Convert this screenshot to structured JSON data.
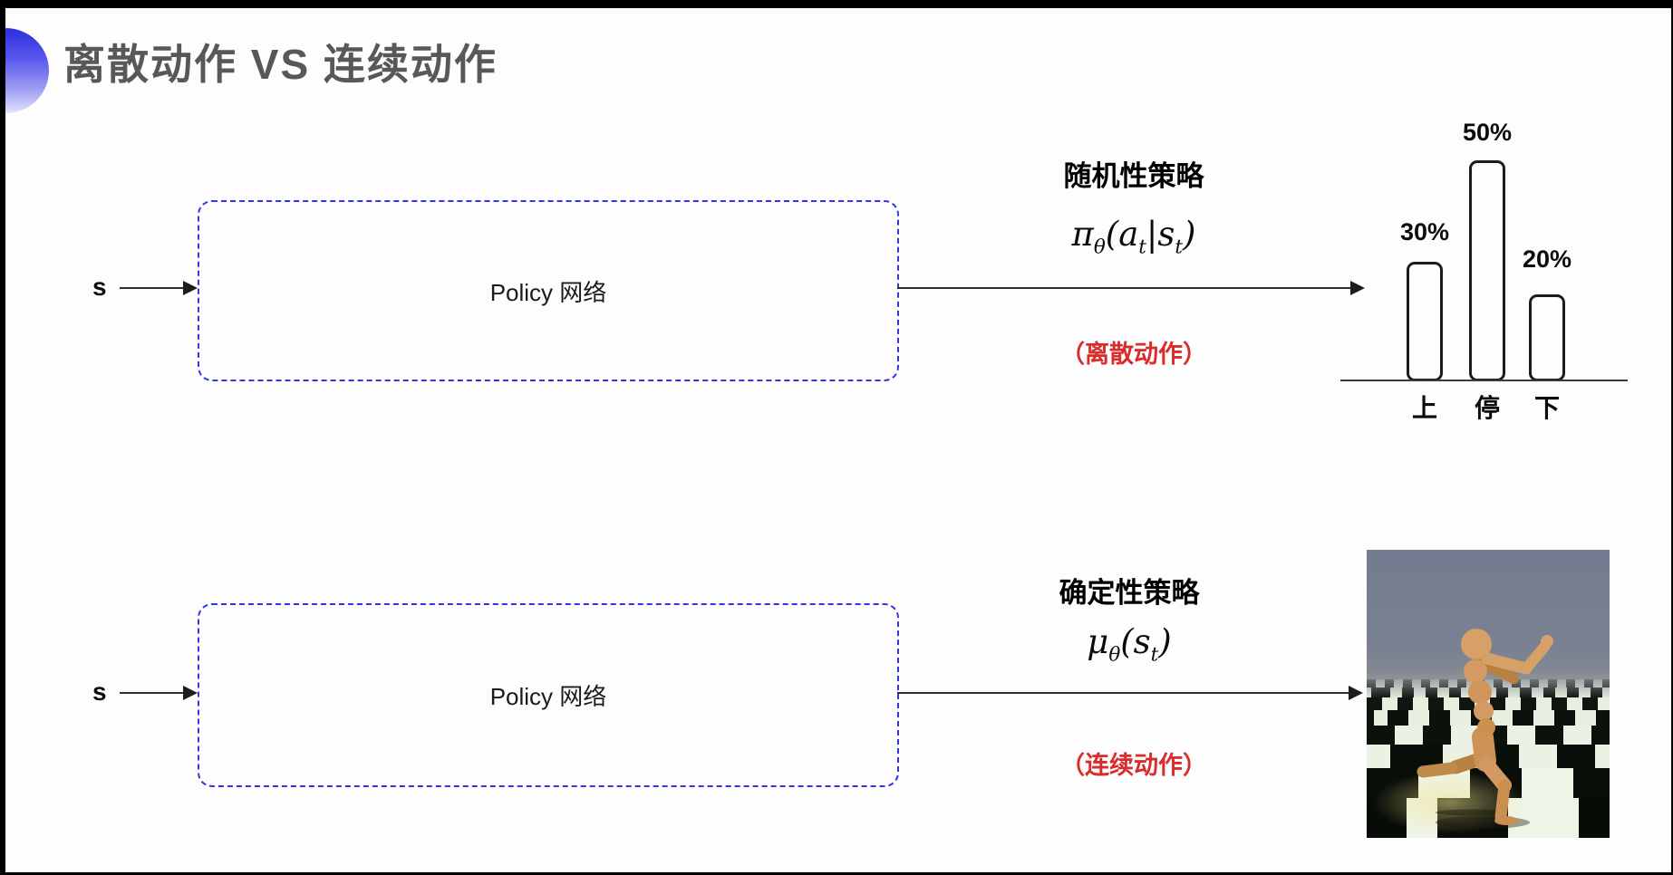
{
  "title": "离散动作 VS 连续动作",
  "rows": {
    "stochastic": {
      "input": "s",
      "box_label": "Policy 网络",
      "policy_name": "随机性策略",
      "formula": {
        "base": "π",
        "sub": "θ",
        "arg1": "(a",
        "argsub1": "t",
        "arg2": "|s",
        "argsub2": "t",
        "close": ")"
      },
      "note": "（离散动作）"
    },
    "deterministic": {
      "input": "s",
      "box_label": "Policy 网络",
      "policy_name": "确定性策略",
      "formula": {
        "base": "μ",
        "sub": "θ",
        "arg1": "(s",
        "argsub1": "t",
        "close": ")"
      },
      "note": "（连续动作）"
    }
  },
  "chart_data": {
    "type": "bar",
    "categories": [
      "上",
      "停",
      "下"
    ],
    "values": [
      30,
      50,
      20
    ],
    "value_labels": [
      "30%",
      "50%",
      "20%"
    ],
    "title": "",
    "xlabel": "",
    "ylabel": "",
    "ylim": [
      0,
      100
    ],
    "grid": false,
    "legend": false,
    "bar_style": "outlined-white-rounded"
  },
  "colors": {
    "accent_blue": "#3636e0",
    "note_red": "#d92c2c",
    "title_gray": "#585858",
    "line_dark": "#2e2e2e"
  }
}
